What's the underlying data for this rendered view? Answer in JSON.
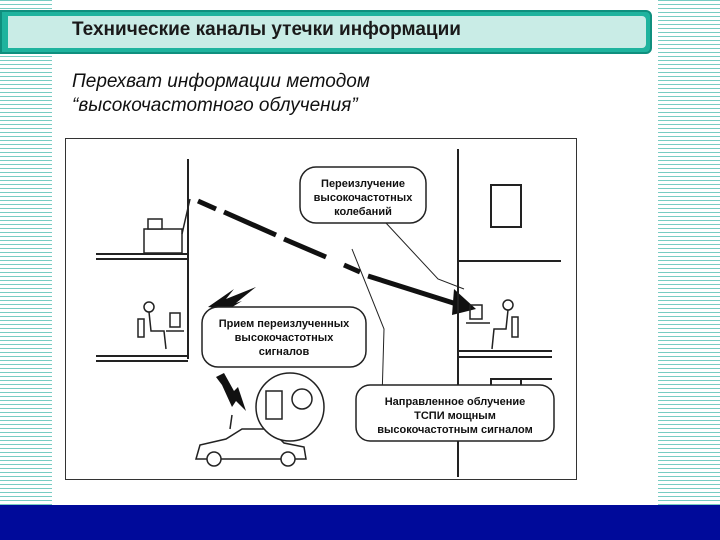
{
  "slide": {
    "title": "Технические каналы утечки информации",
    "subtitle_line1": "Перехват информации методом",
    "subtitle_line2": "“высокочастотного облучения”"
  },
  "figure": {
    "callout_reradiation": [
      "Переизлучение",
      "высокочастотных",
      "колебаний"
    ],
    "callout_reception": [
      "Прием переизлученных",
      "высокочастотных",
      "сигналов"
    ],
    "callout_irradiation": [
      "Направленное облучение",
      "ТСПИ мощным",
      "высокочастотным сигналом"
    ]
  },
  "colors": {
    "accent": "#1fb39e",
    "bottom_bar": "#000a9a"
  }
}
